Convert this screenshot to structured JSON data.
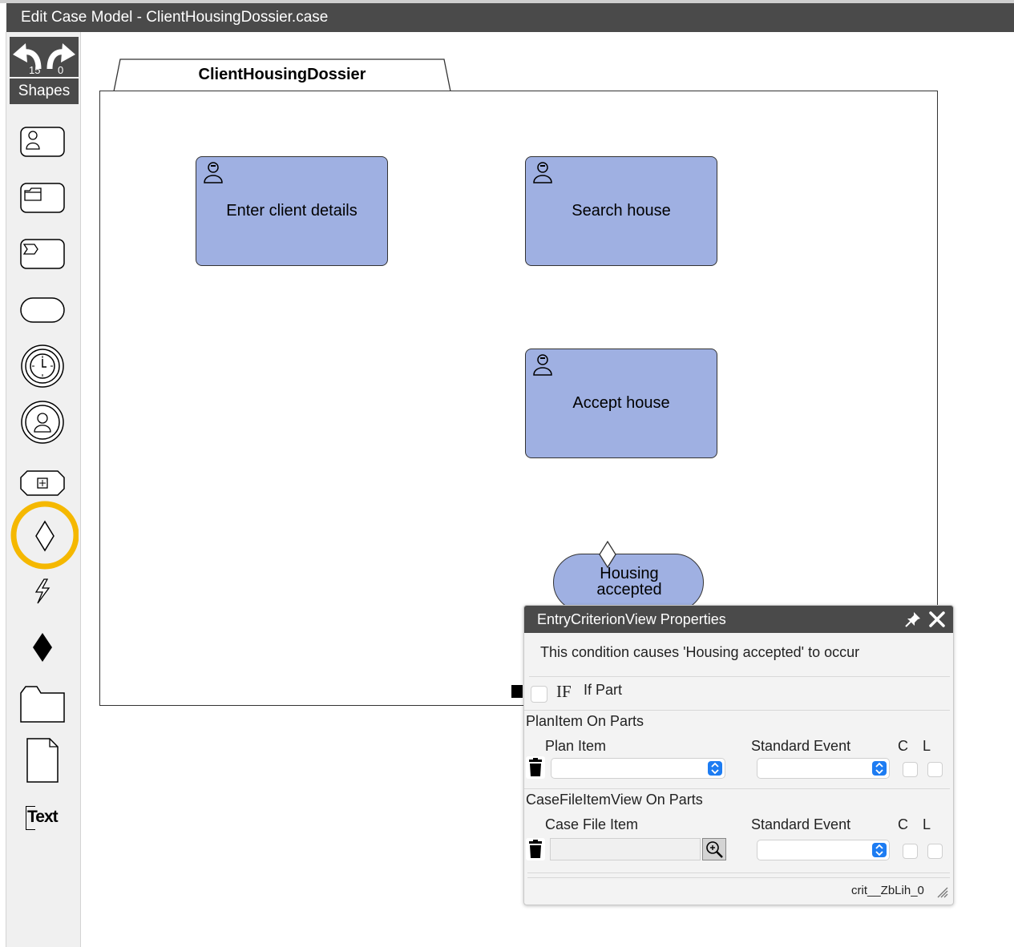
{
  "window": {
    "title": "Edit Case Model - ClientHousingDossier.case"
  },
  "toolbar": {
    "undo_count": "15",
    "redo_count": "0",
    "shapes_label": "Shapes"
  },
  "palette": {
    "text_tool_label": "Text",
    "highlight_color": "#f5b800",
    "items": [
      "human-task",
      "case-task",
      "process-task",
      "milestone",
      "timer-event",
      "user-event",
      "stage",
      "entry-criterion",
      "event-listener",
      "exit-criterion",
      "case-file-item",
      "plan-item-document",
      "text"
    ]
  },
  "diagram": {
    "case_name": "ClientHousingDossier",
    "task_fill": "#9fb0e2",
    "tasks": [
      {
        "label": "Enter client details"
      },
      {
        "label": "Search house"
      },
      {
        "label": "Accept house"
      }
    ],
    "milestone": {
      "line1": "Housing",
      "line2": "accepted"
    }
  },
  "properties_panel": {
    "title": "EntryCriterionView Properties",
    "description": "This condition causes 'Housing accepted' to occur",
    "if_part_label": "If Part",
    "if_glyph": "IF",
    "planitem_section": "PlanItem On Parts",
    "planitem_col_item": "Plan Item",
    "planitem_col_event": "Standard Event",
    "planitem_col_c": "C",
    "planitem_col_l": "L",
    "casefile_section": "CaseFileItemView On Parts",
    "casefile_col_item": "Case File Item",
    "casefile_col_event": "Standard Event",
    "casefile_col_c": "C",
    "casefile_col_l": "L",
    "footer_id": "crit__ZbLih_0"
  }
}
